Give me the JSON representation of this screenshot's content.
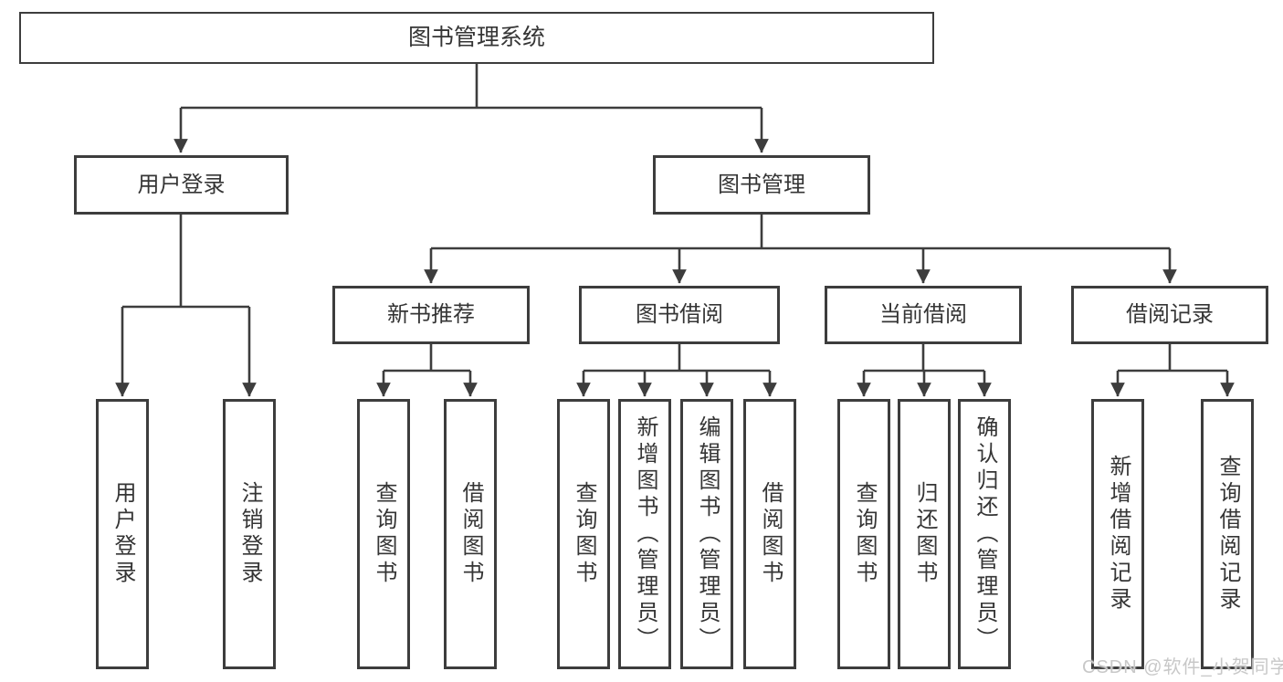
{
  "tree": {
    "label": "图书管理系统",
    "children": [
      {
        "label": "用户登录",
        "children": [
          {
            "label": "用户登录"
          },
          {
            "label": "注销登录"
          }
        ]
      },
      {
        "label": "图书管理",
        "children": [
          {
            "label": "新书推荐",
            "children": [
              {
                "label": "查询图书"
              },
              {
                "label": "借阅图书"
              }
            ]
          },
          {
            "label": "图书借阅",
            "children": [
              {
                "label": "查询图书"
              },
              {
                "label": "新增图书（管理员）"
              },
              {
                "label": "编辑图书（管理员）"
              },
              {
                "label": "借阅图书"
              }
            ]
          },
          {
            "label": "当前借阅",
            "children": [
              {
                "label": "查询图书"
              },
              {
                "label": "归还图书"
              },
              {
                "label": "确认归还（管理员）"
              }
            ]
          },
          {
            "label": "借阅记录",
            "children": [
              {
                "label": "新增借阅记录"
              },
              {
                "label": "查询借阅记录"
              }
            ]
          }
        ]
      }
    ]
  },
  "watermark": {
    "text": "CSDN @软件_小贺同学"
  },
  "colors": {
    "line": "#3d3d3d",
    "box_border": "#3d3d3d",
    "text": "#353535",
    "watermark": "#c8c8c8",
    "background": "#ffffff"
  }
}
